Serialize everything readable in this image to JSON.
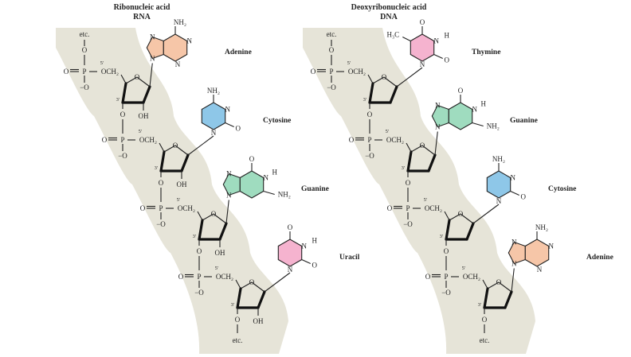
{
  "colors": {
    "backbone": "#e6e4d8",
    "adenine": "#f6c6a8",
    "cytosine": "#8ec7e8",
    "guanine": "#9fdcbf",
    "uracil": "#f5b3cf",
    "thymine": "#f5b3cf"
  },
  "rna": {
    "title_line1": "Ribonucleic acid",
    "title_line2": "RNA",
    "top_label": "etc.",
    "bottom_label": "etc.",
    "bases": [
      {
        "name": "Adenine",
        "type": "purine-amino",
        "color": "adenine"
      },
      {
        "name": "Cytosine",
        "type": "cytosine",
        "color": "cytosine"
      },
      {
        "name": "Guanine",
        "type": "guanine",
        "color": "guanine"
      },
      {
        "name": "Uracil",
        "type": "uracil",
        "color": "uracil"
      }
    ]
  },
  "dna": {
    "title_line1": "Deoxyribonucleic acid",
    "title_line2": "DNA",
    "top_label": "etc.",
    "bottom_label": "etc.",
    "bases": [
      {
        "name": "Thymine",
        "type": "thymine",
        "color": "thymine"
      },
      {
        "name": "Guanine",
        "type": "guanine",
        "color": "guanine"
      },
      {
        "name": "Cytosine",
        "type": "cytosine",
        "color": "cytosine"
      },
      {
        "name": "Adenine",
        "type": "purine-amino",
        "color": "adenine"
      }
    ]
  },
  "chem": {
    "o": "O",
    "p": "P",
    "o_minus": "−O",
    "och2": "OCH₂",
    "oh": "OH",
    "nh2": "NH₂",
    "n": "N",
    "h": "H",
    "h3c": "H₃C",
    "pos5": "5′",
    "pos3": "3′"
  }
}
